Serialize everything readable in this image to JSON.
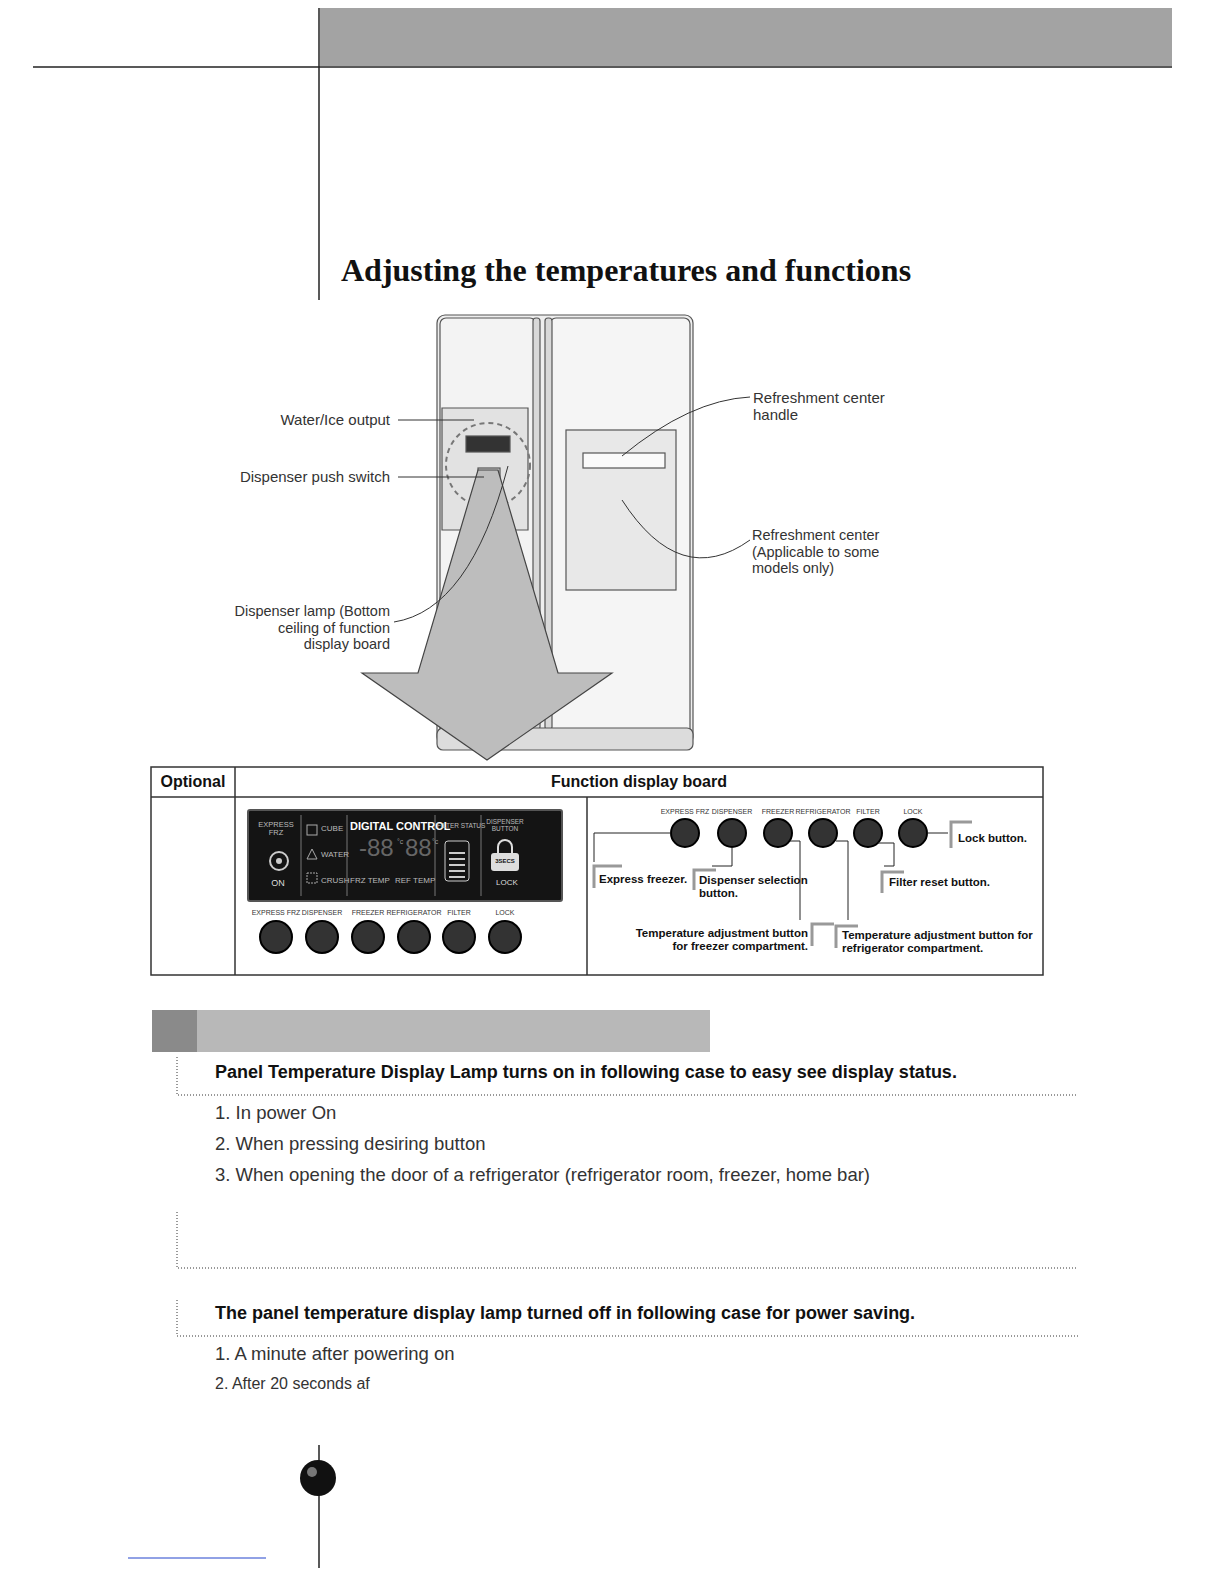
{
  "diagram": {
    "title": "Adjusting the temperatures and functions",
    "nodes": [
      {
        "text": [
          "Optional"
        ]
      },
      {
        "text": [
          "Function display board"
        ]
      },
      {
        "text": [
          "EXPRESS FRZ",
          "ON",
          "CUBE",
          "WATER",
          "CRUSH",
          "DIGITAL CONTROL",
          "-88",
          "°c",
          "88",
          "°c",
          "FRZ TEMP",
          "REF TEMP",
          "FILTER STATUS",
          "DISPENSER BUTTON",
          "3SECS",
          "LOCK"
        ]
      }
    ],
    "labels": [
      "Water/Ice output",
      "Dispenser push switch",
      "Dispenser lamp (Bottom ceiling of function display board",
      "Refreshment center handle",
      "Refreshment center (Applicable to some models only)",
      "EXPRESS FRZ",
      "DISPENSER",
      "FREEZER",
      "REFRIGERATOR",
      "FILTER",
      "LOCK",
      "EXPRESS FRZ",
      "DISPENSER",
      "FREEZER",
      "REFRIGERATOR",
      "FILTER",
      "LOCK",
      "Lock button.",
      "Express freezer.",
      "Dispenser selection button.",
      "Filter reset button.",
      "Temperature adjustment button for freezer compartment.",
      "Temperature adjustment button for refrigerator compartment.",
      "Panel Temperature Display Lamp turns on in following case to easy see display status.",
      "1. In power On",
      "2. When pressing desiring button",
      "3. When opening the door of a refrigerator (refrigerator room, freezer, home bar)",
      "The panel temperature display lamp turned off in following case for power saving.",
      "1. A minute after powering on",
      "2. After 20 seconds af"
    ]
  }
}
